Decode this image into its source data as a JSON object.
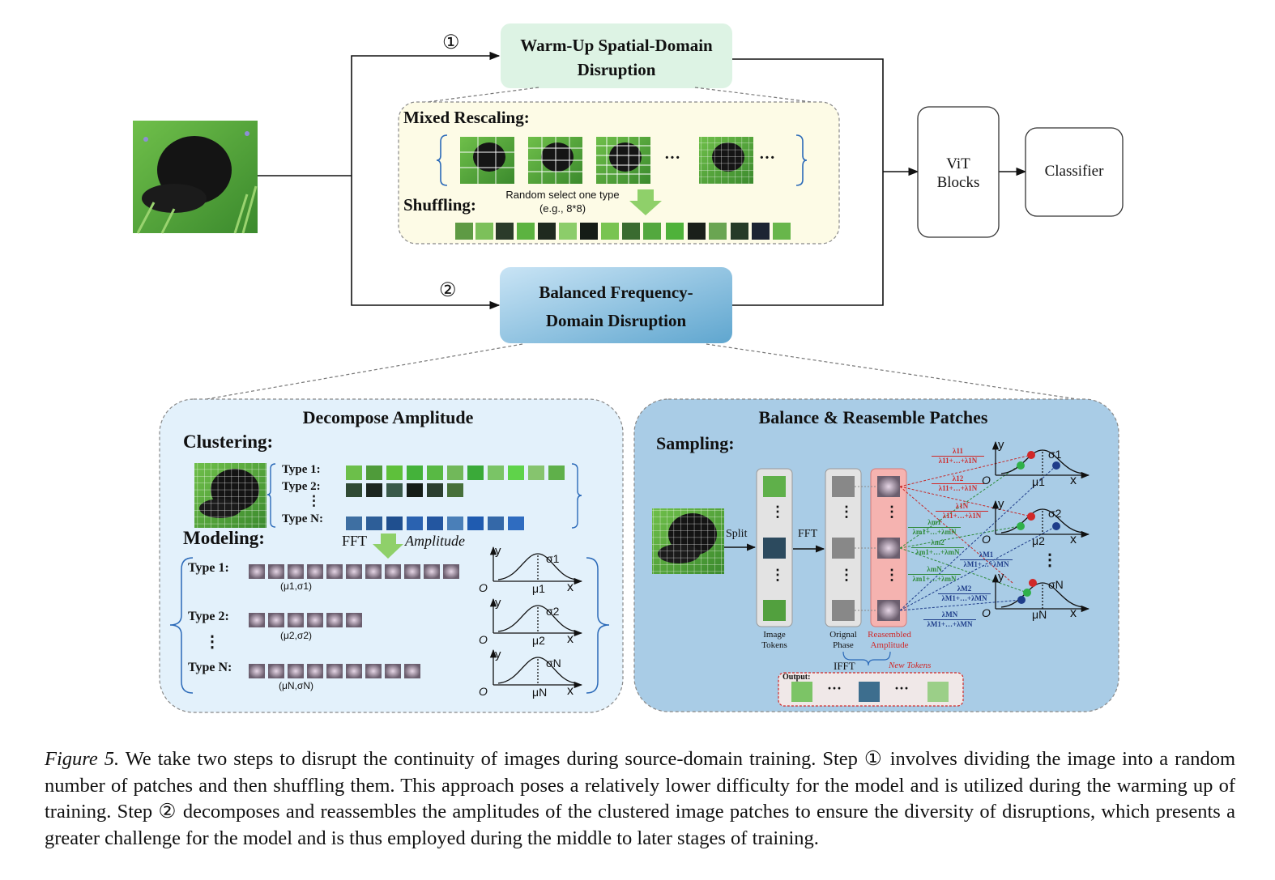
{
  "step_markers": {
    "step1": "①",
    "step2": "②"
  },
  "warmup": {
    "title_line1": "Warm-Up Spatial-Domain",
    "title_line2": "Disruption"
  },
  "balanced": {
    "title_line1": "Balanced Frequency-",
    "title_line2": "Domain Disruption"
  },
  "mixed": {
    "rescaling_label": "Mixed Rescaling:",
    "ellipsis": "···",
    "shuffling_label": "Shuffling:",
    "random_note_line1": "Random select one type",
    "random_note_line2": "(e.g., 8*8)"
  },
  "vit": {
    "line1": "ViT",
    "line2": "Blocks"
  },
  "classifier": {
    "label": "Classifier"
  },
  "decompose": {
    "title": "Decompose Amplitude",
    "clustering_label": "Clustering:",
    "type1": "Type 1:",
    "type2": "Type 2:",
    "vdots": "⋮",
    "typeN": "Type N:",
    "modeling_label": "Modeling:",
    "fft": "FFT",
    "amplitude": "Amplitude",
    "param1": "(μ1,σ1)",
    "param2": "(μ2,σ2)",
    "paramN": "(μN,σN)",
    "axis_y": "y",
    "axis_x": "x",
    "origin": "O",
    "mu1": "μ1",
    "sigma1": "σ1",
    "mu2": "μ2",
    "sigma2": "σ2",
    "muN": "μN",
    "sigmaN": "σN"
  },
  "balance": {
    "title": "Balance & Reasemble Patches",
    "sampling_label": "Sampling:",
    "split": "Split",
    "fft": "FFT",
    "image_tokens_line1": "Image",
    "image_tokens_line2": "Tokens",
    "orig_phase_line1": "Orignal",
    "orig_phase_line2": "Phase",
    "reasm_line1": "Reasembled",
    "reasm_line2": "Amplitude",
    "ifft": "IFFT",
    "new_tokens": "New Tokens",
    "output_label": "Output:",
    "lambda_labels": [
      "λ11",
      "λ12",
      "λ1N",
      "λm1",
      "λm2",
      "λmN",
      "λM1",
      "λM2",
      "λMN"
    ],
    "lambda_den_1": "λ11+…+λ1N",
    "lambda_den_m": "λm1+…+λmN",
    "lambda_den_M": "λM1+…+λMN"
  },
  "caption": {
    "figure_label": "Figure 5.",
    "text": " We take two steps to disrupt the continuity of images during source-domain training. Step ① involves dividing the image into a random number of patches and then shuffling them. This approach poses a relatively lower difficulty for the model and is utilized during the warming up of training. Step ② decomposes and reassembles the amplitudes of the clustered image patches to ensure the diversity of disruptions, which presents a greater challenge for the model and is thus employed during the middle to later stages of training."
  },
  "colors": {
    "warmup_box": "#ddf3e4",
    "mixed_panel": "#fdfbe6",
    "balanced_box": "#7fb9d9",
    "decompose_panel": "#e3f1fb",
    "balance_panel": "#a9cce6",
    "arrow_green": "#8fd06a",
    "red": "#d02828",
    "blue_text": "#1f3d8a",
    "green_text": "#2f8a3a"
  }
}
